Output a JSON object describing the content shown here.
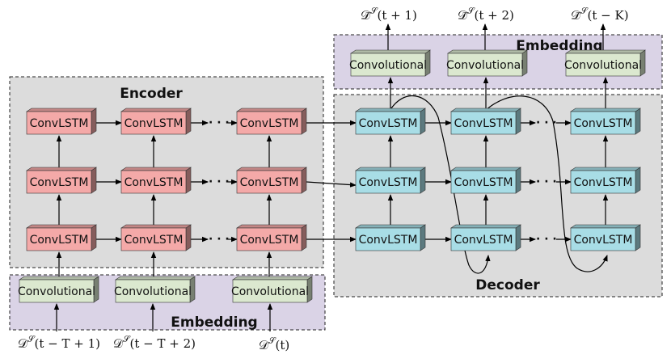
{
  "encoder": {
    "title": "Encoder"
  },
  "decoder": {
    "title": "Decoder"
  },
  "embedding_input": {
    "title": "Embedding"
  },
  "embedding_output": {
    "title": "Embedding"
  },
  "cell_label": "ConvLSTM",
  "conv_label": "Convolutional",
  "ellipsis": "· · ·",
  "inputs": [
    {
      "symbol": "𝒟",
      "sup": "𝒮",
      "arg": "(t − T + 1)"
    },
    {
      "symbol": "𝒟",
      "sup": "𝒮",
      "arg": "(t − T + 2)"
    },
    {
      "symbol": "𝒟",
      "sup": "𝒮",
      "arg": "(t)"
    }
  ],
  "outputs": [
    {
      "symbol": "𝒟̃",
      "sup": "𝒮",
      "arg": "(t + 1)"
    },
    {
      "symbol": "𝒟̃",
      "sup": "𝒮",
      "arg": "(t + 2)"
    },
    {
      "symbol": "𝒟̃",
      "sup": "𝒮",
      "arg": "(t − K)"
    }
  ],
  "colors": {
    "encoder_cell": "#f4a9a8",
    "decoder_cell": "#a8dde6",
    "conv_block": "#dbe8cf",
    "encoder_region": "#dcdcdc",
    "embedding_region": "#dad3e6"
  }
}
